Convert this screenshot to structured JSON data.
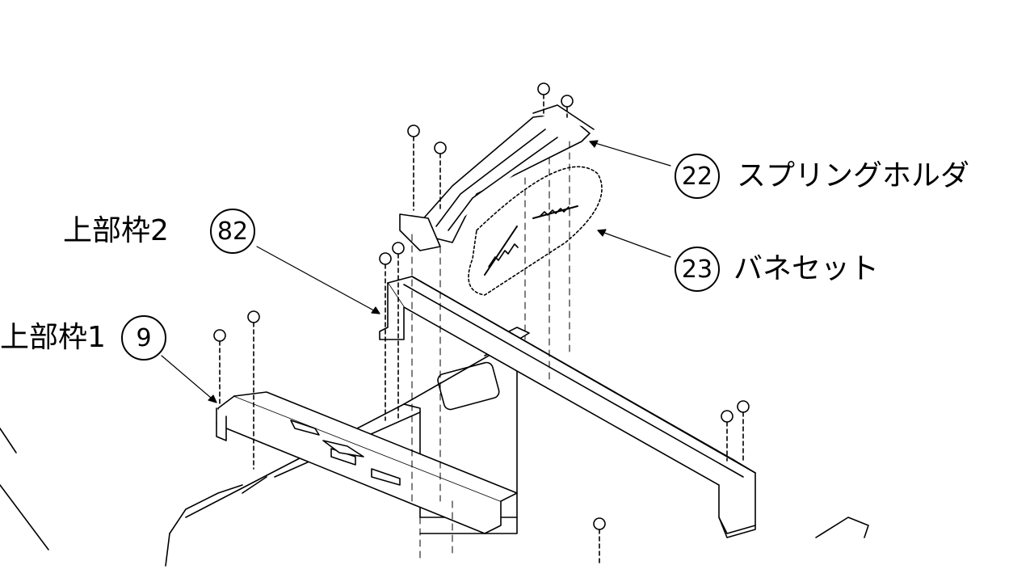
{
  "parts": [
    {
      "id": "part-22",
      "number": "22",
      "name": "スプリングホルダ"
    },
    {
      "id": "part-23",
      "number": "23",
      "name": "バネセット"
    },
    {
      "id": "part-82",
      "number": "82",
      "name": "上部枠2"
    },
    {
      "id": "part-9",
      "number": "9",
      "name": "上部枠1"
    }
  ],
  "colors": {
    "line": "#000000",
    "fill": "#ffffff",
    "shade": "#e6e6e6"
  }
}
